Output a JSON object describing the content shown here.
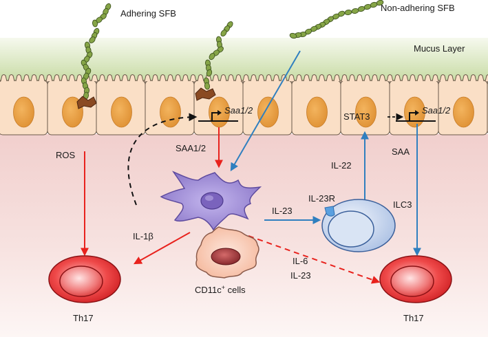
{
  "labels": {
    "adhering_sfb": "Adhering SFB",
    "non_adhering_sfb": "Non-adhering SFB",
    "mucus_layer": "Mucus Layer",
    "ros": "ROS",
    "saa_gene_left": "Saa1/2",
    "saa_gene_right": "Saa1/2",
    "stat3": "STAT3",
    "saa_protein": "SAA1/2",
    "saa": "SAA",
    "il22": "IL-22",
    "il23r": "IL-23R",
    "il23_to_ilc3": "IL-23",
    "ilc3": "ILC3",
    "il1b_prefix": "IL-1",
    "il1b_beta": "β",
    "cd11c_prefix": "CD11c",
    "cd11c_plus": "+",
    "cd11c_suffix": " cells",
    "il6": "IL-6",
    "il23_lower": "IL-23",
    "th17_left": "Th17",
    "th17_right": "Th17"
  },
  "colors": {
    "mucus_top": "#f6f9ee",
    "mucus_bottom": "#c9dca6",
    "villi": "#d8e6bd",
    "epithelium": "#fadfc6",
    "cell_border": "#6b5a4a",
    "nucleus": "#e9a24a",
    "lamina_propria_top": "#f4d7d6",
    "lamina_propria_bottom": "#fbf1ef",
    "sfb_segment": "#7e9b3e",
    "sfb_border": "#3f5420",
    "red_arrow": "#e8221d",
    "blue_arrow": "#2f7fbf",
    "black_arrow": "#111111",
    "dendritic_cell": "#a493d6",
    "ilc3": "#c6d6ef",
    "cd11c_cell": "#f8cdb9",
    "th17": "#e32a2a"
  },
  "icons": [
    "sfb-filament-icon",
    "dendritic-cell-icon",
    "ilc3-cell-icon",
    "cd11c-cell-icon",
    "th17-cell-icon",
    "il23-receptor-icon",
    "promoter-arrow-icon"
  ]
}
